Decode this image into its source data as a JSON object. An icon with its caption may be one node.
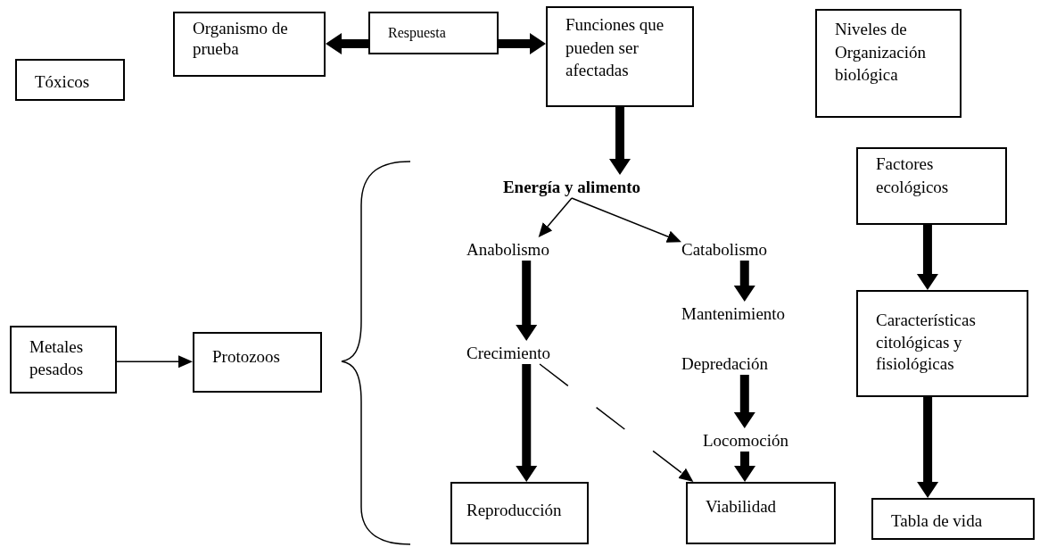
{
  "diagram": {
    "nodes": [
      {
        "text": [
          "Tóxicos"
        ]
      },
      {
        "text": [
          "Organismo de prueba"
        ]
      },
      {
        "text": [
          "Respuesta"
        ]
      },
      {
        "text": [
          "Funciones que pueden ser afectadas"
        ]
      },
      {
        "text": [
          "Niveles de Organización biológica"
        ]
      },
      {
        "text": [
          "Energía y alimento"
        ]
      },
      {
        "text": [
          "Anabolismo"
        ]
      },
      {
        "text": [
          "Catabolismo"
        ]
      },
      {
        "text": [
          "Mantenimiento"
        ]
      },
      {
        "text": [
          "Depredación"
        ]
      },
      {
        "text": [
          "Locomoción"
        ]
      },
      {
        "text": [
          "Crecimiento"
        ]
      },
      {
        "text": [
          "Reproducción"
        ]
      },
      {
        "text": [
          "Viabilidad"
        ]
      },
      {
        "text": [
          "Factores ecológicos"
        ]
      },
      {
        "text": [
          "Características citológicas y fisiológicas"
        ]
      },
      {
        "text": [
          "Tabla de vida"
        ]
      },
      {
        "text": [
          "Metales pesados"
        ]
      },
      {
        "text": [
          "Protozoos"
        ]
      }
    ],
    "edges": [
      {
        "from": 2,
        "to": 1,
        "arrow": "to",
        "style": "thick"
      },
      {
        "from": 2,
        "to": 3,
        "arrow": "to",
        "style": "thick"
      },
      {
        "from": 3,
        "to": 5,
        "arrow": "to",
        "style": "thick"
      },
      {
        "from": 5,
        "to": 6,
        "arrow": "to"
      },
      {
        "from": 5,
        "to": 7,
        "arrow": "to"
      },
      {
        "from": 6,
        "to": 11,
        "arrow": "to",
        "style": "thick"
      },
      {
        "from": 11,
        "to": 12,
        "arrow": "to",
        "style": "thick"
      },
      {
        "from": 11,
        "to": 13,
        "arrow": "to",
        "style": "dashed"
      },
      {
        "from": 7,
        "to": 8,
        "arrow": "to",
        "style": "thick"
      },
      {
        "from": 9,
        "to": 10,
        "arrow": "to",
        "style": "thick"
      },
      {
        "from": 10,
        "to": 13,
        "arrow": "to",
        "style": "thick"
      },
      {
        "from": 14,
        "to": 15,
        "arrow": "to",
        "style": "thick"
      },
      {
        "from": 15,
        "to": 16,
        "arrow": "to",
        "style": "thick"
      },
      {
        "from": 17,
        "to": 18,
        "arrow": "to"
      }
    ]
  }
}
